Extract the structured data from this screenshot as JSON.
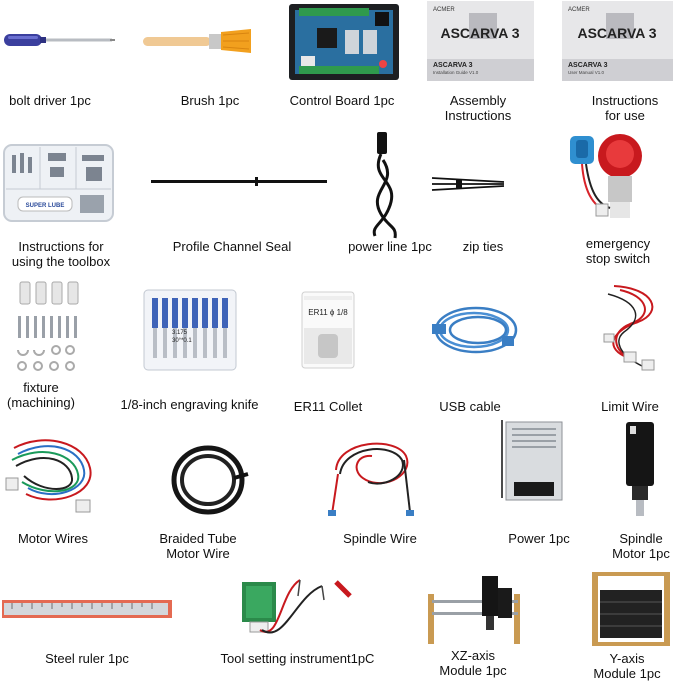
{
  "items": [
    {
      "label": "bolt driver 1pc",
      "icon": "screwdriver-icon"
    },
    {
      "label": "Brush 1pc",
      "icon": "brush-icon"
    },
    {
      "label": "Control Board 1pc",
      "icon": "control-board-icon"
    },
    {
      "label": "Assembly\nInstructions",
      "icon": "assembly-guide-icon",
      "book_title": "ASCARVA 3",
      "book_subtitle": "Installation Guide V1.0",
      "brand": "ACMER"
    },
    {
      "label": "Instructions\nfor use",
      "icon": "user-manual-icon",
      "book_title": "ASCARVA 3",
      "book_subtitle": "User Manual V1.0",
      "brand": "ACMER"
    },
    {
      "label": "Instructions for\nusing the toolbox",
      "icon": "toolbox-icon",
      "tube_text": "SUPER LUBE"
    },
    {
      "label": "Profile Channel Seal",
      "icon": "channel-seal-icon"
    },
    {
      "label": "power line 1pc",
      "icon": "power-cord-icon"
    },
    {
      "label": "zip ties",
      "icon": "zip-ties-icon"
    },
    {
      "label": "emergency\nstop switch",
      "icon": "emergency-stop-icon"
    },
    {
      "label": "fixture\n(machining)",
      "icon": "fixture-icon"
    },
    {
      "label": "1/8-inch engraving knife",
      "icon": "engraving-bits-icon",
      "box_text_1": "3.175",
      "box_text_2": "30°*0.1"
    },
    {
      "label": "ER11 Collet",
      "icon": "collet-icon",
      "box_text_1": "ER11 ϕ 1/8"
    },
    {
      "label": "USB cable",
      "icon": "usb-cable-icon"
    },
    {
      "label": "Limit Wire",
      "icon": "limit-wire-icon"
    },
    {
      "label": "Motor Wires",
      "icon": "motor-wires-icon"
    },
    {
      "label": "Braided Tube\nMotor Wire",
      "icon": "braided-tube-icon"
    },
    {
      "label": "Spindle Wire",
      "icon": "spindle-wire-icon"
    },
    {
      "label": "Power 1pc",
      "icon": "power-supply-icon"
    },
    {
      "label": "Spindle\nMotor 1pc",
      "icon": "spindle-motor-icon"
    },
    {
      "label": "Steel ruler 1pc",
      "icon": "steel-ruler-icon"
    },
    {
      "label": "Tool setting instrument1pC",
      "icon": "tool-setting-icon"
    },
    {
      "label": "XZ-axis\nModule 1pc",
      "icon": "xz-axis-module-icon"
    },
    {
      "label": "Y-axis\nModule 1pc",
      "icon": "y-axis-module-icon"
    }
  ]
}
